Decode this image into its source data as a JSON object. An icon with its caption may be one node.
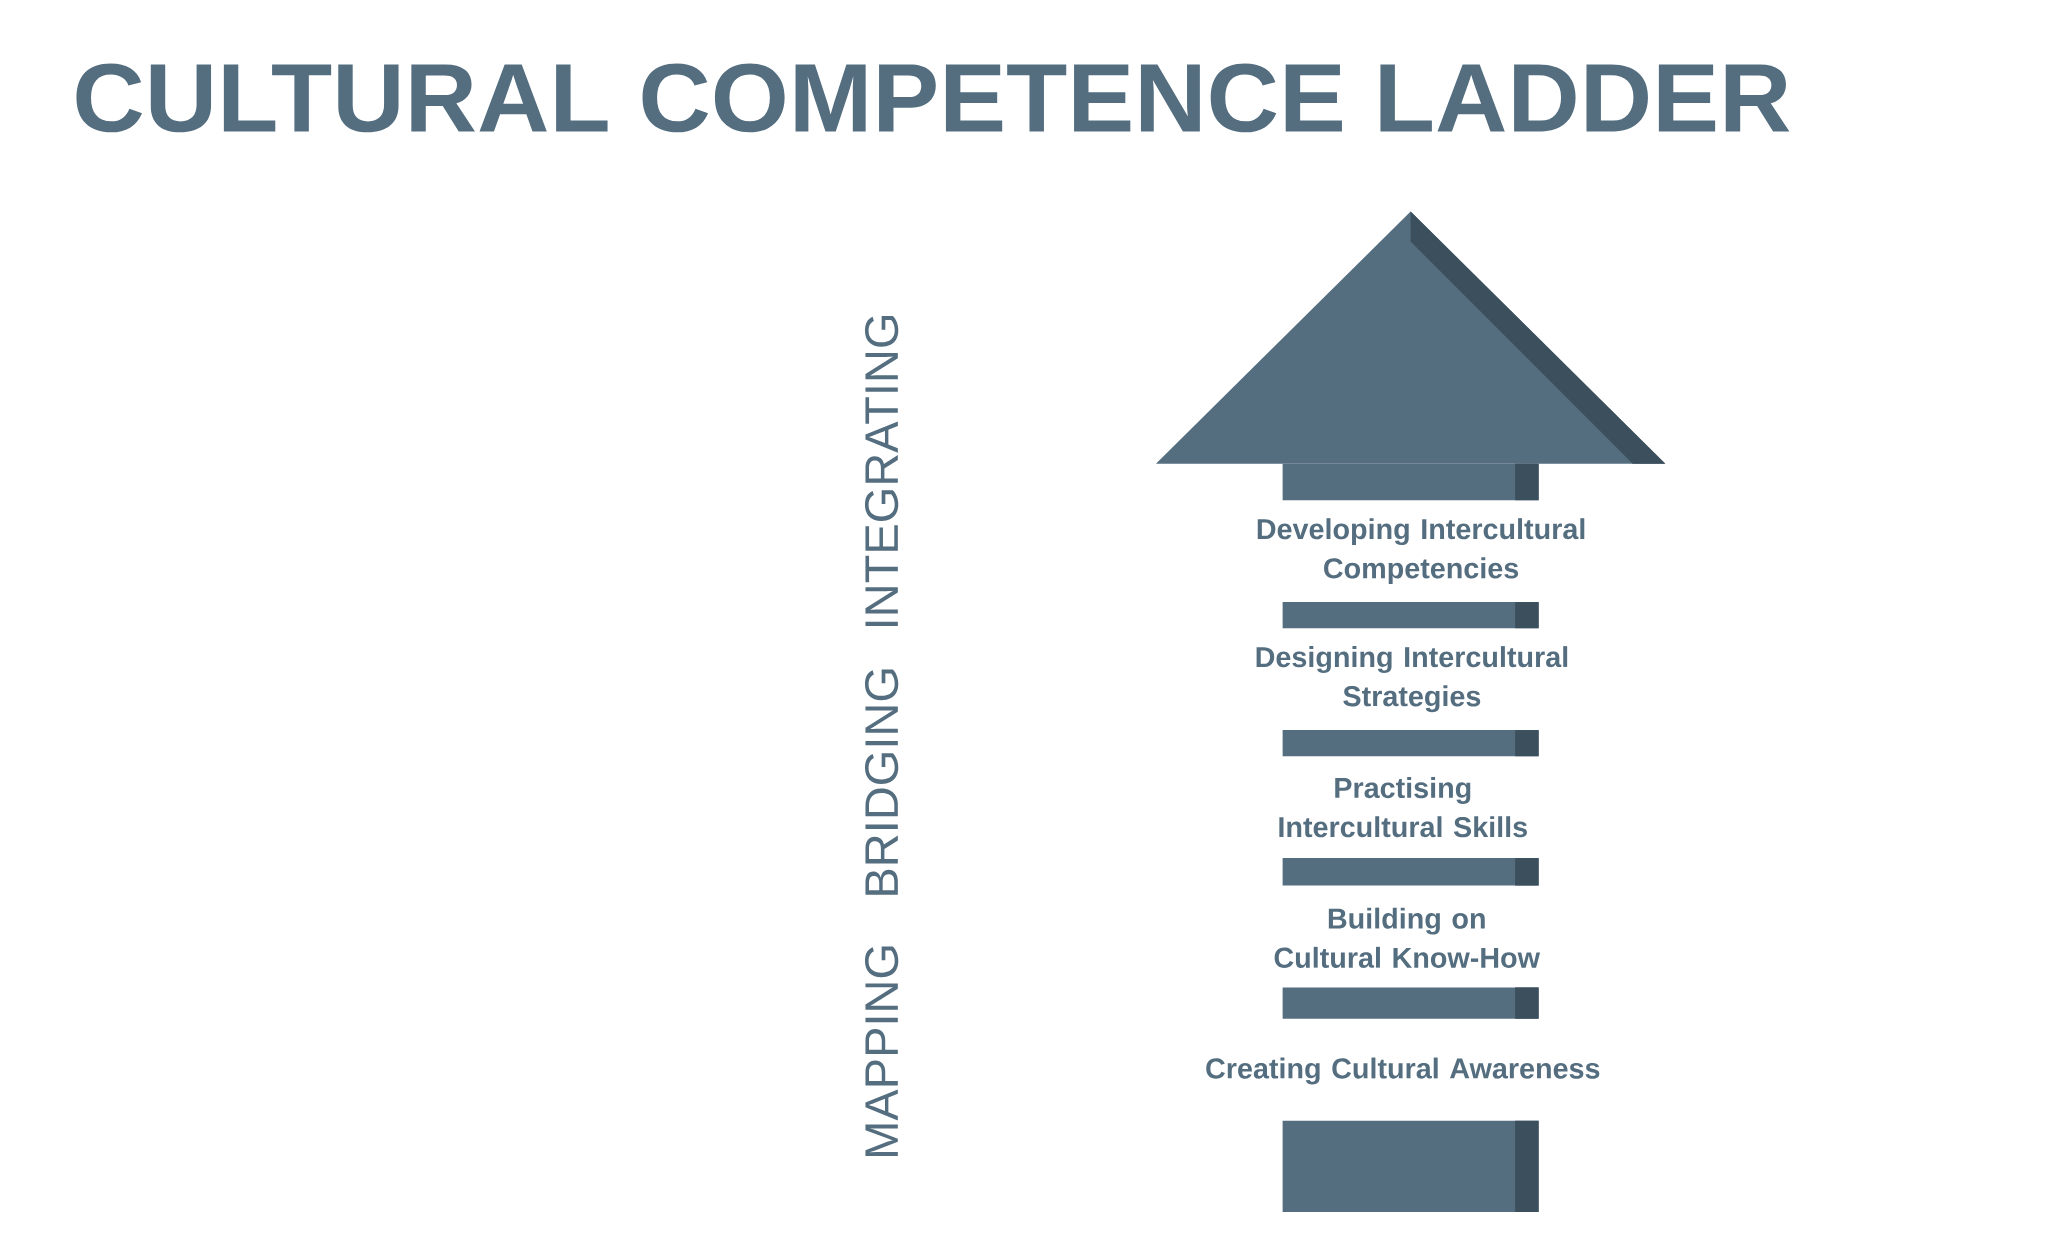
{
  "diagram": {
    "title": "CULTURAL COMPETENCE LADDER",
    "labels": [
      "Developing Intercultural Competencies",
      "Designing Intercultural Strategies",
      "Practising Intercultural Skills",
      "Building on Cultural Know-How",
      "Creating Cultural Awareness",
      "MAPPING",
      "BRIDGING",
      "INTEGRATING"
    ]
  }
}
